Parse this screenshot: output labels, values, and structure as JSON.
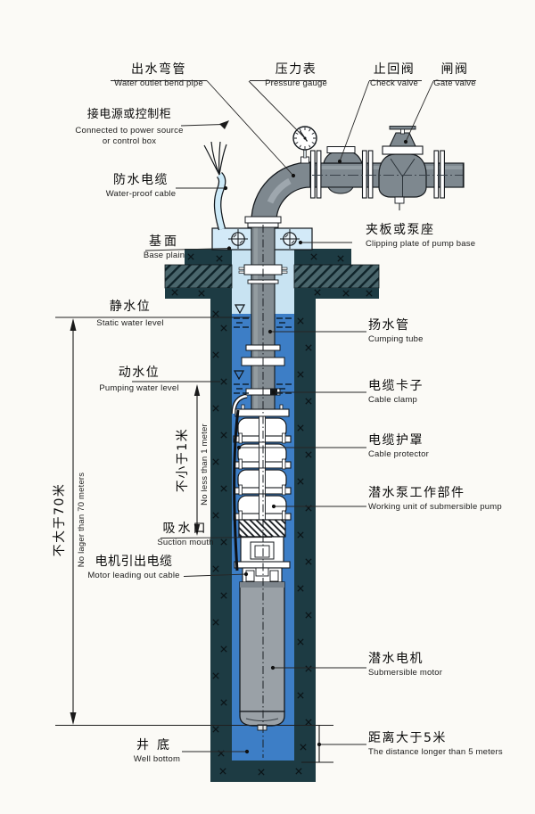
{
  "diagram": {
    "type": "submersible-pump-well-installation",
    "labels": {
      "water_outlet_bend_pipe": {
        "zh": "出水弯管",
        "en": "Water outlet bend pipe"
      },
      "pressure_gauge": {
        "zh": "压力表",
        "en": "Pressure gauge"
      },
      "check_valve": {
        "zh": "止回阀",
        "en": "Check valve"
      },
      "gate_valve": {
        "zh": "闸阀",
        "en": "Gate valve"
      },
      "power_source": {
        "zh": "接电源或控制柜",
        "en_line1": "Connected to power source",
        "en_line2": "or control box"
      },
      "waterproof_cable": {
        "zh": "防水电缆",
        "en": "Water-proof cable"
      },
      "base_plain": {
        "zh": "基面",
        "en": "Base plain"
      },
      "clipping_plate": {
        "zh": "夹板或泵座",
        "en": "Clipping plate of pump base"
      },
      "static_water_level": {
        "zh": "静水位",
        "en": "Static water level"
      },
      "pumping_tube": {
        "zh": "扬水管",
        "en": "Cumping tube"
      },
      "pumping_water_level": {
        "zh": "动水位",
        "en": "Pumping water level"
      },
      "cable_clamp": {
        "zh": "电缆卡子",
        "en": "Cable clamp"
      },
      "min_distance_1m": {
        "zh": "不小于1米",
        "en": "No less than 1 meter"
      },
      "cable_protector": {
        "zh": "电缆护罩",
        "en": "Cable protector"
      },
      "working_unit": {
        "zh": "潜水泵工作部件",
        "en": "Working unit of submersible pump"
      },
      "max_depth_70m": {
        "zh": "不大于70米",
        "en": "No lager than 70 meters"
      },
      "suction_mouth": {
        "zh": "吸水口",
        "en": "Suction mouth"
      },
      "motor_leading_cable": {
        "zh": "电机引出电缆",
        "en": "Motor leading out cable"
      },
      "submersible_motor": {
        "zh": "潜水电机",
        "en": "Submersible motor"
      },
      "bottom_distance_5m": {
        "zh": "距离大于5米",
        "en": "The distance longer than 5 meters"
      },
      "well_bottom": {
        "zh": "井底",
        "en": "Well bottom"
      }
    },
    "colors": {
      "water": "#3d7ec6",
      "well_air": "#c8e3f2",
      "base_plate": "#d3eaf8",
      "casing": "#1d3b43",
      "concrete_hatch": "#4a666c",
      "pipe_gray": "#7e888f",
      "motor_gray": "#9aa1a7",
      "cable_blue": "#cdeaf8",
      "background": "#fbfaf6",
      "line": "#1a1a1a"
    }
  }
}
